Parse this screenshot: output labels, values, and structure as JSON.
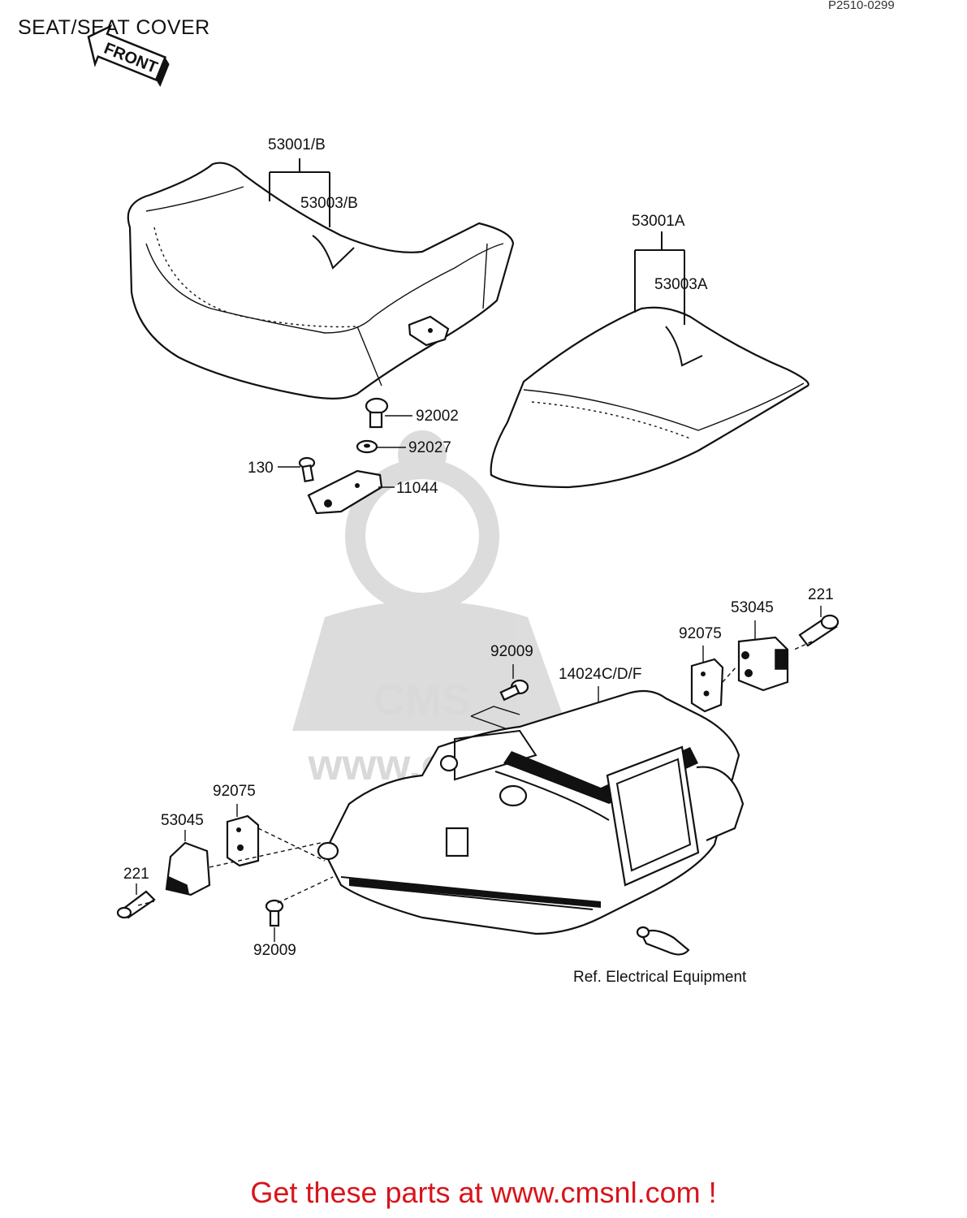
{
  "title": "SEAT/SEAT COVER",
  "ref_code": "P2510-0299",
  "watermark": {
    "logo": "CMS",
    "url": "www.cmsnl.com"
  },
  "front_arrow": "FRONT",
  "parts": [
    {
      "id": "53001/B"
    },
    {
      "id": "53003/B"
    },
    {
      "id": "53001A"
    },
    {
      "id": "53003A"
    },
    {
      "id": "92002"
    },
    {
      "id": "92027"
    },
    {
      "id": "130"
    },
    {
      "id": "11044"
    },
    {
      "id": "221"
    },
    {
      "id": "53045"
    },
    {
      "id": "92075"
    },
    {
      "id": "92009"
    },
    {
      "id": "14024C/D/F"
    },
    {
      "id": "92075"
    },
    {
      "id": "53045"
    },
    {
      "id": "221"
    },
    {
      "id": "92009"
    }
  ],
  "reference_note": "Ref. Electrical Equipment",
  "footer": "Get these parts at www.cmsnl.com !",
  "colors": {
    "footer": "#d8141b",
    "ink": "#111111"
  }
}
